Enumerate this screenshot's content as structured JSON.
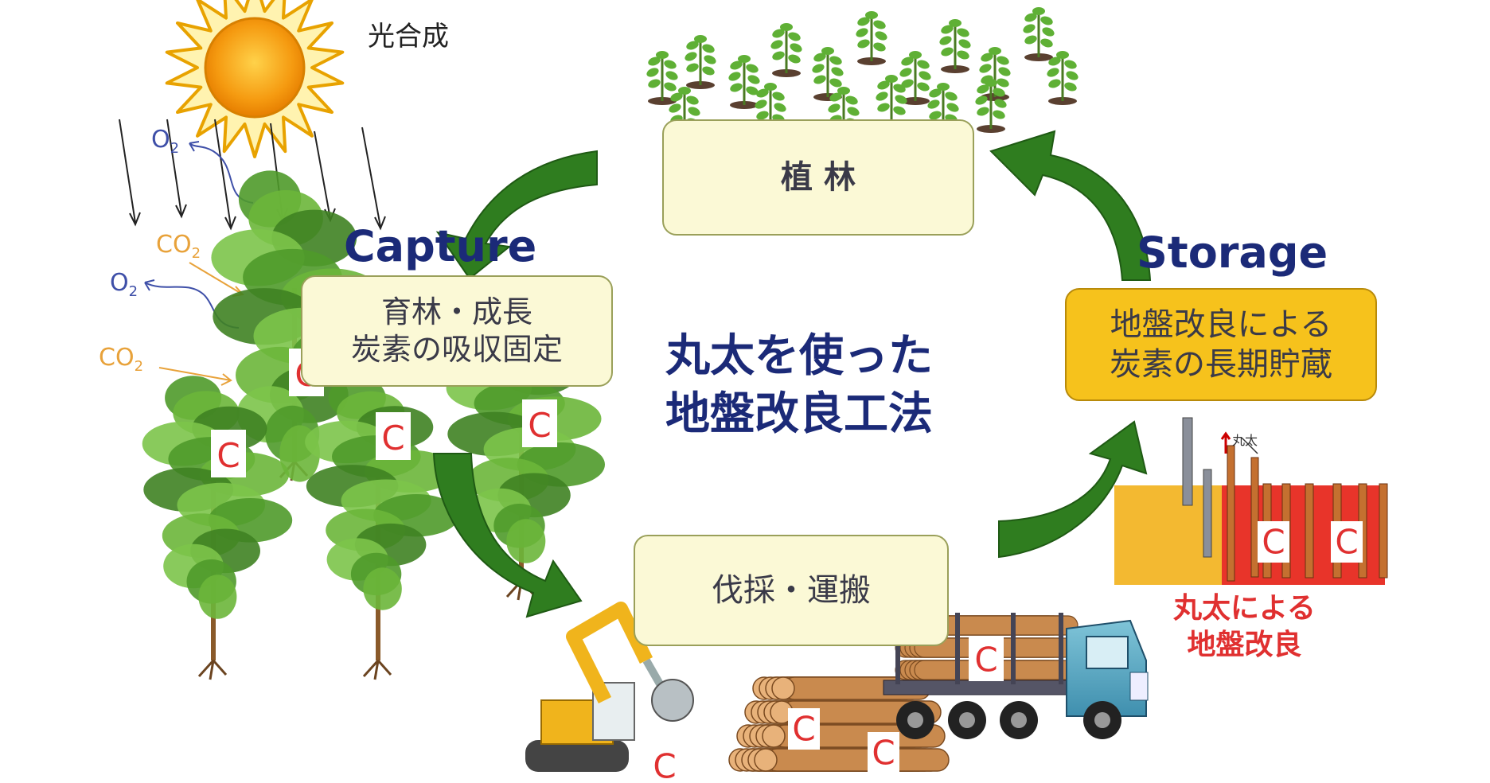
{
  "photosynthesis_label": "光合成",
  "gas_labels": {
    "o2": "O",
    "co2": "CO",
    "sub2": "2"
  },
  "carbon_mark": "C",
  "cycle": {
    "capture_heading": "Capture",
    "storage_heading": "Storage",
    "planting": "植 林",
    "growth_line1": "育林・成長",
    "growth_line2": "炭素の吸収固定",
    "harvest": "伐採・運搬",
    "storage_line1": "地盤改良による",
    "storage_line2": "炭素の長期貯蔵"
  },
  "center_title": {
    "line1": "丸太を使った",
    "line2": "地盤改良工法"
  },
  "ground": {
    "callout": "丸太",
    "caption_line1": "丸太による",
    "caption_line2": "地盤改良"
  },
  "colors": {
    "arrow_green": "#2f7d1f",
    "title_navy": "#1b2a78",
    "storage_box": "#f6c21c",
    "ground_red": "#e8342a",
    "ground_yellow": "#f3b931",
    "caption_red": "#e03030",
    "o2_blue": "#3e4fa8",
    "co2_orange": "#e8a23a"
  }
}
